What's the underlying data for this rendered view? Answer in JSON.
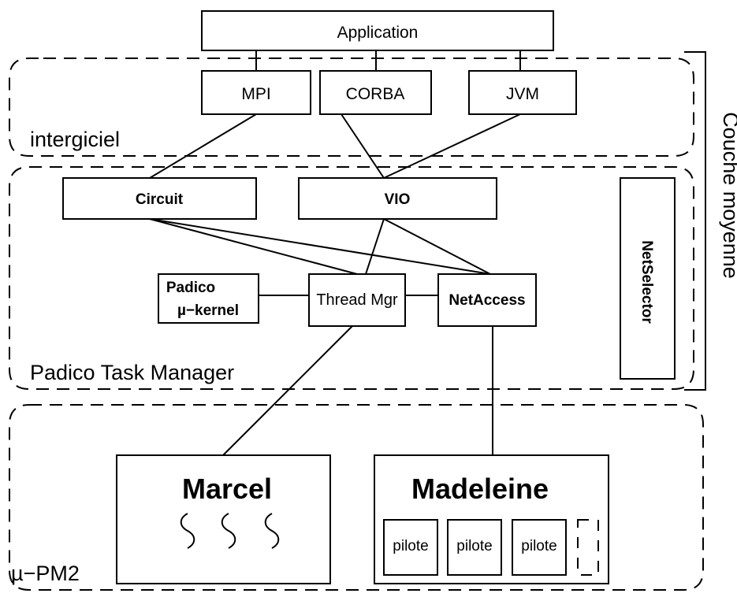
{
  "top": {
    "application": "Application"
  },
  "intergiciel": {
    "zone_label": "intergiciel",
    "mpi": "MPI",
    "corba": "CORBA",
    "jvm": "JVM"
  },
  "task_manager": {
    "zone_label": "Padico Task Manager",
    "circuit": "Circuit",
    "vio": "VIO",
    "kernel_line1": "Padico",
    "kernel_line2": "µ−kernel",
    "thread_mgr": "Thread Mgr",
    "net_access": "NetAccess",
    "net_selector": "NetSelector"
  },
  "side_label": "Couche moyenne",
  "pm2": {
    "zone_label": "µ−PM2",
    "marcel": "Marcel",
    "madeleine": "Madeleine",
    "pilotes": [
      "pilote",
      "pilote",
      "pilote"
    ]
  }
}
